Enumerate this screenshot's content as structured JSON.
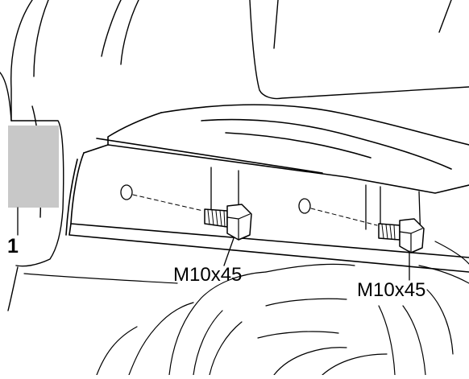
{
  "callout": {
    "number": "1"
  },
  "bolts": [
    {
      "label": "M10x45"
    },
    {
      "label": "M10x45"
    }
  ],
  "colors": {
    "ink": "#000000",
    "paper": "#ffffff",
    "highlight": "#c8c8c8"
  }
}
